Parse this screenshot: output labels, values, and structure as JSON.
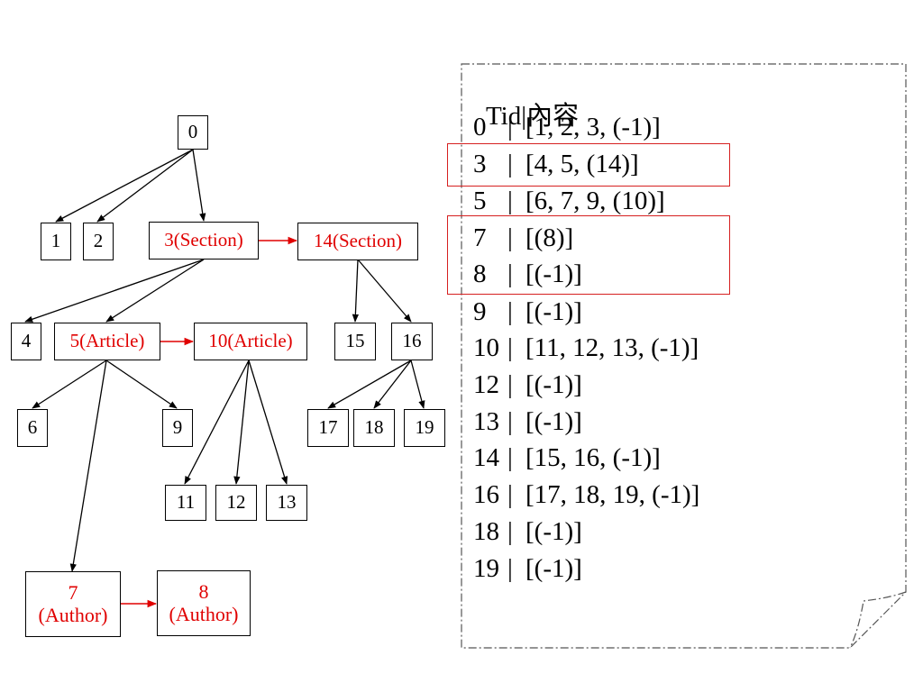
{
  "tree": {
    "nodes": [
      {
        "id": "n0",
        "label": "0"
      },
      {
        "id": "n1",
        "label": "1"
      },
      {
        "id": "n2",
        "label": "2"
      },
      {
        "id": "n3",
        "label": "3(Section)"
      },
      {
        "id": "n14",
        "label": "14(Section)"
      },
      {
        "id": "n4",
        "label": "4"
      },
      {
        "id": "n5",
        "label": "5(Article)"
      },
      {
        "id": "n10",
        "label": "10(Article)"
      },
      {
        "id": "n15",
        "label": "15"
      },
      {
        "id": "n16",
        "label": "16"
      },
      {
        "id": "n6",
        "label": "6"
      },
      {
        "id": "n9",
        "label": "9"
      },
      {
        "id": "n17",
        "label": "17"
      },
      {
        "id": "n18",
        "label": "18"
      },
      {
        "id": "n19",
        "label": "19"
      },
      {
        "id": "n11",
        "label": "11"
      },
      {
        "id": "n12",
        "label": "12"
      },
      {
        "id": "n13",
        "label": "13"
      },
      {
        "id": "n7",
        "label": "7\n(Author)"
      },
      {
        "id": "n8",
        "label": "8\n(Author)"
      }
    ]
  },
  "table": {
    "header_tid": "Tid",
    "separator": "|",
    "header_content": "內容",
    "rows": [
      {
        "tid": "0",
        "content": "[1, 2, 3, (-1)]"
      },
      {
        "tid": "3",
        "content": "[4, 5, (14)]"
      },
      {
        "tid": "5",
        "content": "[6, 7, 9, (10)]"
      },
      {
        "tid": "7",
        "content": "[(8)]"
      },
      {
        "tid": "8",
        "content": "[(-1)]"
      },
      {
        "tid": "9",
        "content": "[(-1)]"
      },
      {
        "tid": "10",
        "content": "[11, 12, 13, (-1)]"
      },
      {
        "tid": "12",
        "content": "[(-1)]"
      },
      {
        "tid": "13",
        "content": "[(-1)]"
      },
      {
        "tid": "14",
        "content": "[15, 16, (-1)]"
      },
      {
        "tid": "16",
        "content": "[17, 18, 19, (-1)]"
      },
      {
        "tid": "18",
        "content": "[(-1)]"
      },
      {
        "tid": "19",
        "content": "[(-1)]"
      }
    ]
  },
  "colors": {
    "highlight": "#e00000",
    "line": "#000000"
  }
}
